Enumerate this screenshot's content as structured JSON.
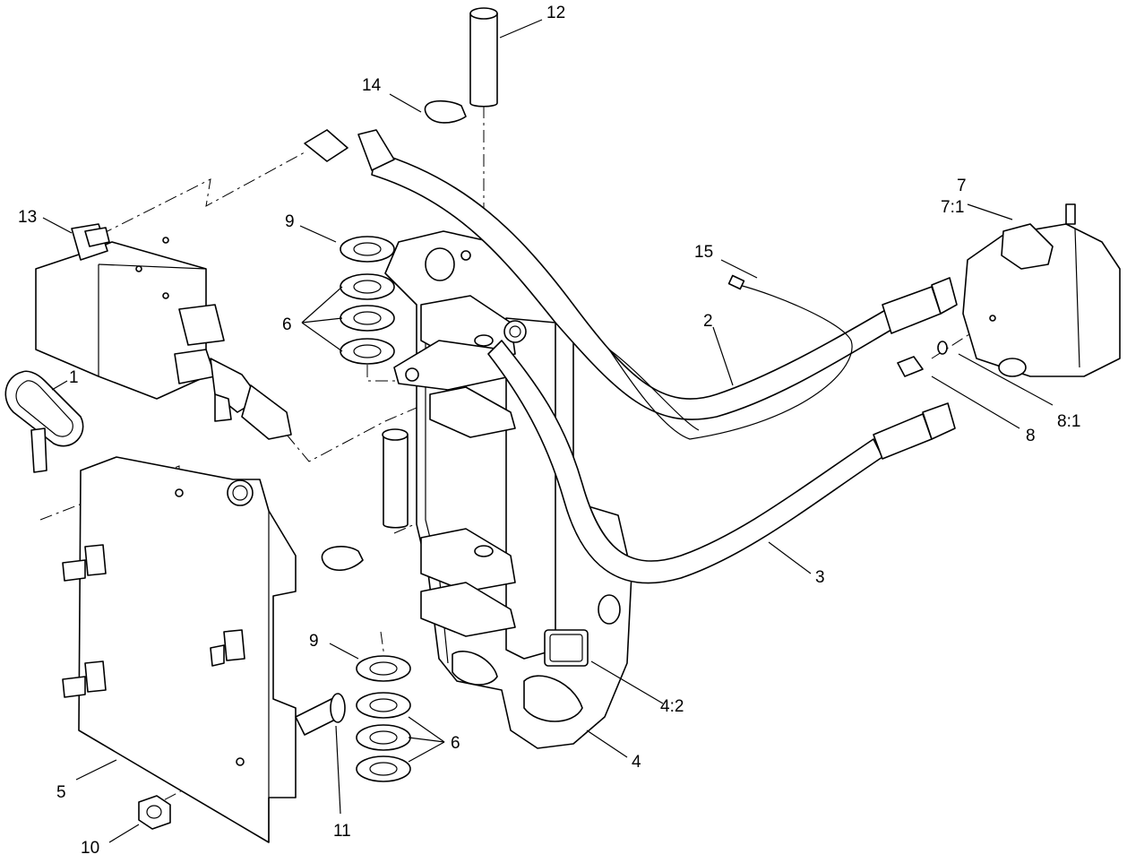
{
  "callouts": [
    {
      "label": "12"
    },
    {
      "label": "14"
    },
    {
      "label": "13"
    },
    {
      "label": "9"
    },
    {
      "label": "6"
    },
    {
      "label": "1"
    },
    {
      "label": "15"
    },
    {
      "label": "2"
    },
    {
      "label": "7"
    },
    {
      "label": "7:1"
    },
    {
      "label": "8:1"
    },
    {
      "label": "8"
    },
    {
      "label": "3"
    },
    {
      "label": "9"
    },
    {
      "label": "6"
    },
    {
      "label": "4:2"
    },
    {
      "label": "4"
    },
    {
      "label": "5"
    },
    {
      "label": "11"
    },
    {
      "label": "10"
    }
  ]
}
